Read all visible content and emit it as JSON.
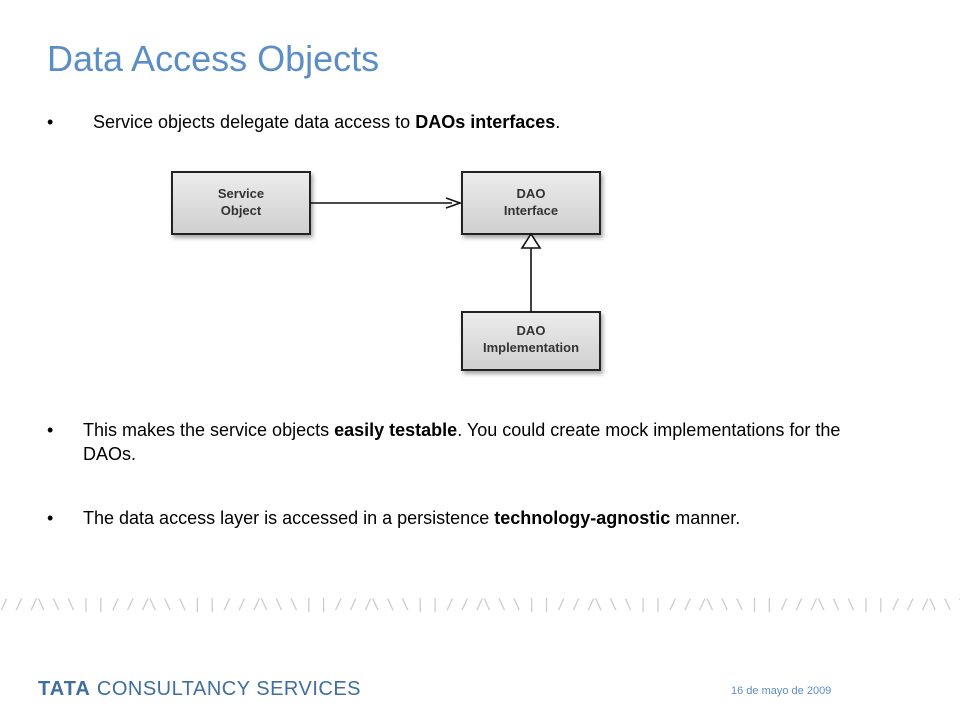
{
  "slide": {
    "title": "Data Access Objects",
    "bullet_marker": "•",
    "bullets": [
      {
        "parts": [
          "Service objects delegate data access to ",
          "DAOs interfaces",
          "."
        ]
      },
      {
        "parts": [
          "This makes the service objects ",
          "easily testable",
          ". You could create mock implementations for the DAOs."
        ]
      },
      {
        "parts": [
          "The data access layer is accessed in a persistence ",
          "technology-agnostic",
          " manner."
        ]
      }
    ]
  },
  "diagram": {
    "service_object": [
      "Service",
      "Object"
    ],
    "dao_interface": [
      "DAO",
      "Interface"
    ],
    "dao_implementation": [
      "DAO",
      "Implementation"
    ]
  },
  "footer": {
    "band_pattern": "/ / /\\ \\ \\ | | / / /\\ \\ \\ | | / / /\\ \\ \\ | | / / /\\ \\ \\ | | / / /\\ \\ \\ | | / / /\\ \\ \\ | | / / /\\ \\ \\ | | / / /\\ \\ \\ | | / / /\\ \\ \\ | | / / /\\ \\ \\ | | / / /\\ \\ \\ | | / / /\\ \\ \\ | | / / /\\ \\ \\ | | / / /\\ \\ \\ | |",
    "logo_tata": "TATA",
    "logo_rest": "CONSULTANCY SERVICES",
    "date": "16 de mayo de 2009"
  },
  "colors": {
    "title": "#5b8ec6",
    "logo": "#3f6e9f",
    "box_fill": "#d9d9d9"
  }
}
